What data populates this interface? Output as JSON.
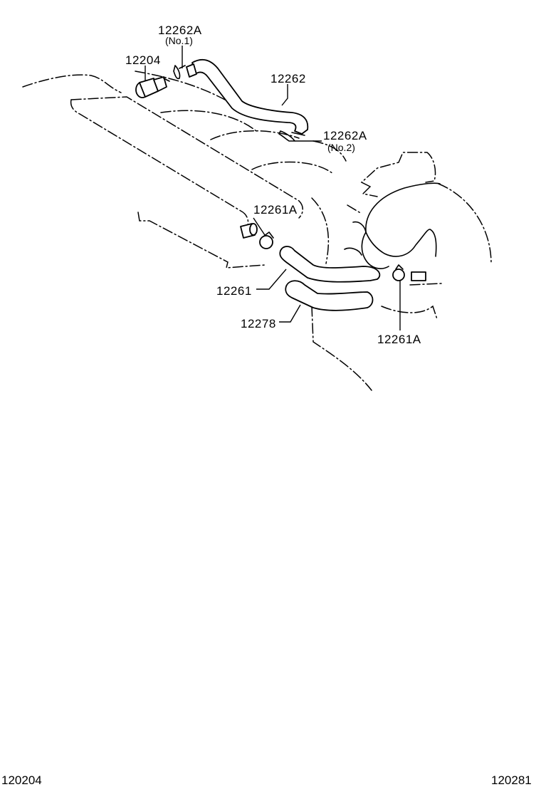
{
  "labels": {
    "part_12262A_no1": "12262A",
    "part_12262A_no1_sub": "(No.1)",
    "part_12204": "12204",
    "part_12262": "12262",
    "part_12262A_no2": "12262A",
    "part_12262A_no2_sub": "(No.2)",
    "part_12261A_upper": "12261A",
    "part_12261": "12261",
    "part_12278": "12278",
    "part_12261A_lower": "12261A"
  },
  "footer": {
    "left_code": "120204",
    "right_code": "120281"
  }
}
